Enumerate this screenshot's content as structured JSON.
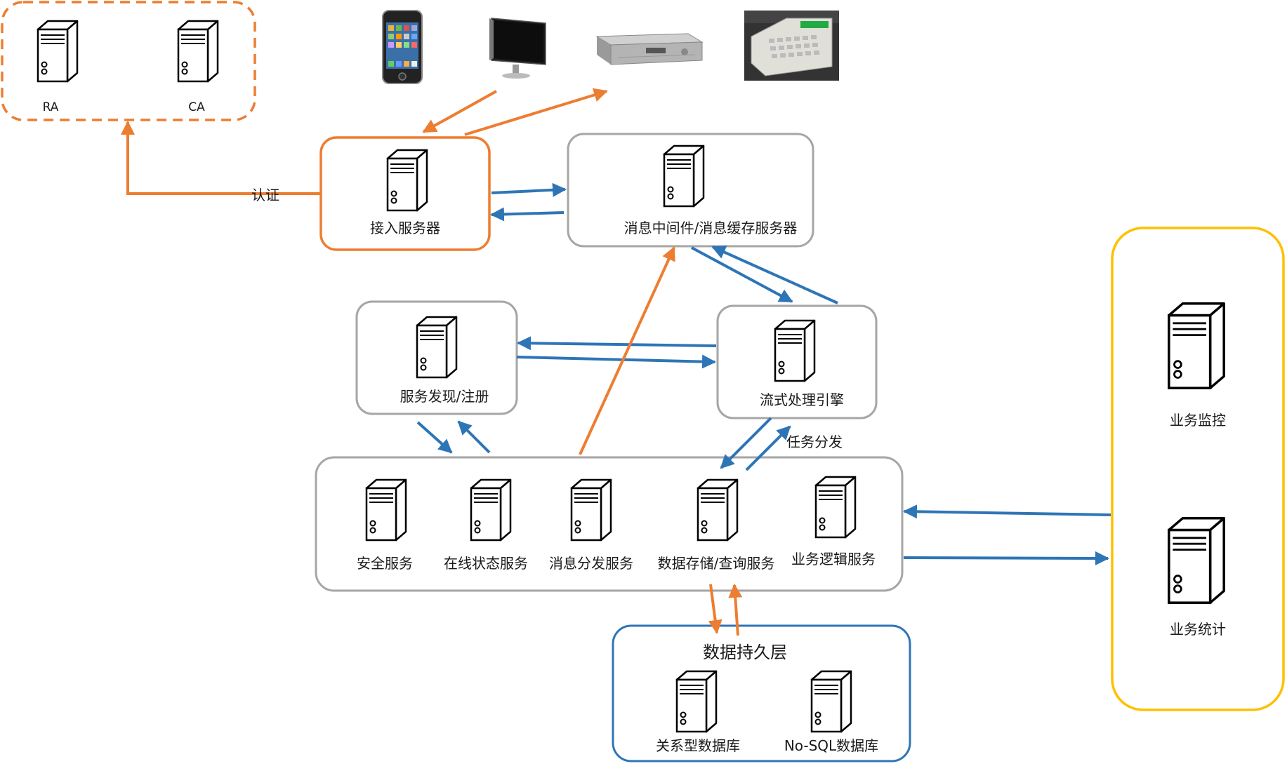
{
  "colors": {
    "orange": "#ed7d31",
    "blue": "#2e75b6",
    "gray": "#a6a6a6",
    "yellow": "#ffc000",
    "dark_blue": "#2e75b6"
  },
  "pki": {
    "ra_label": "RA",
    "ca_label": "CA"
  },
  "devices": [
    "smartphone",
    "monitor",
    "set-top-box",
    "pos-terminal"
  ],
  "edge_labels": {
    "auth": "认证",
    "task_dispatch": "任务分发"
  },
  "access_server": {
    "label": "接入服务器"
  },
  "message_middleware": {
    "label": "消息中间件/消息缓存服务器"
  },
  "service_discovery": {
    "label": "服务发现/注册"
  },
  "stream_engine": {
    "label": "流式处理引擎"
  },
  "services": {
    "items": [
      {
        "label": "安全服务"
      },
      {
        "label": "在线状态服务"
      },
      {
        "label": "消息分发服务"
      },
      {
        "label": "数据存储/查询服务"
      },
      {
        "label": "业务逻辑服务"
      }
    ]
  },
  "persistence": {
    "title": "数据持久层",
    "items": [
      {
        "label": "关系型数据库"
      },
      {
        "label": "No-SQL数据库"
      }
    ]
  },
  "business": {
    "items": [
      {
        "label": "业务监控"
      },
      {
        "label": "业务统计"
      }
    ]
  }
}
